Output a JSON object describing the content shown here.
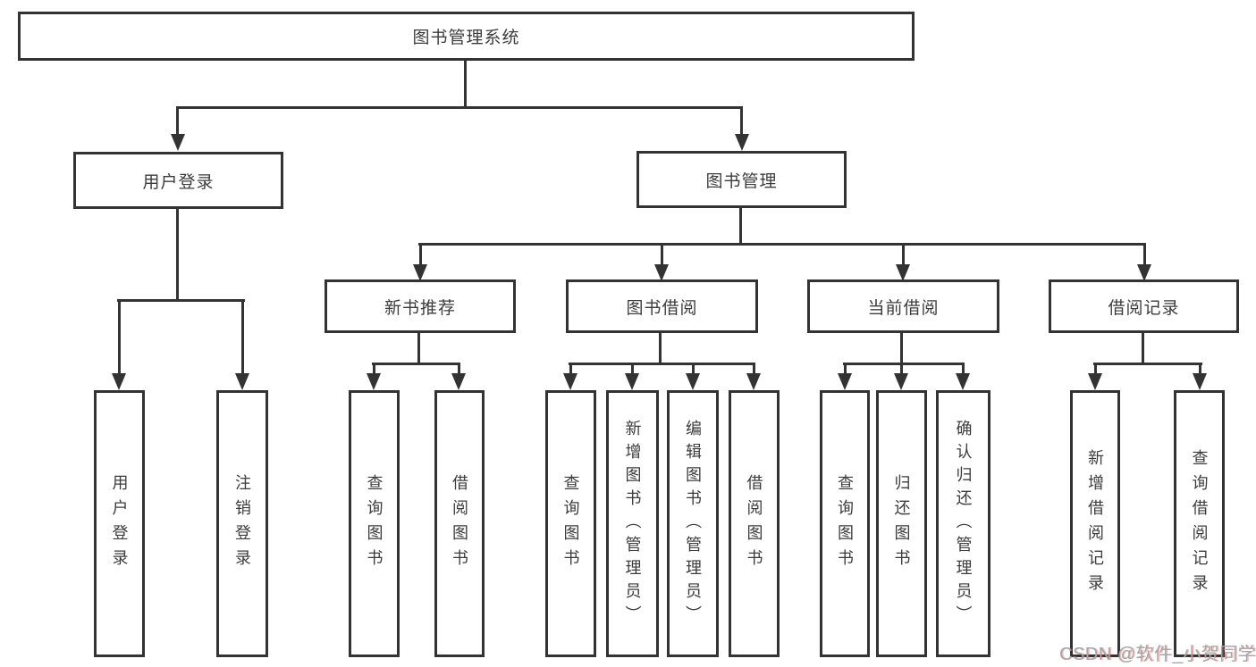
{
  "colors": {
    "line": "#333333",
    "text": "#3c3c3c",
    "watermark": "#a6a6a6",
    "background": "#ffffff"
  },
  "tree": {
    "root_label": "图书管理系统",
    "level1": {
      "user_login": {
        "label": "用户登录",
        "leaves": [
          "用户登录",
          "注销登录"
        ]
      },
      "book_mgmt": {
        "label": "图书管理",
        "groups": {
          "new_book_rec": {
            "label": "新书推荐",
            "leaves": [
              "查询图书",
              "借阅图书"
            ]
          },
          "book_borrow": {
            "label": "图书借阅",
            "leaves": [
              "查询图书",
              "新增图书（管理员）",
              "编辑图书（管理员）",
              "借阅图书"
            ]
          },
          "current_borrow": {
            "label": "当前借阅",
            "leaves": [
              "查询图书",
              "归还图书",
              "确认归还（管理员）"
            ]
          },
          "borrow_records": {
            "label": "借阅记录",
            "leaves": [
              "新增借阅记录",
              "查询借阅记录"
            ]
          }
        }
      }
    }
  },
  "watermark": {
    "text": "CSDN @软件_小贺同学"
  }
}
